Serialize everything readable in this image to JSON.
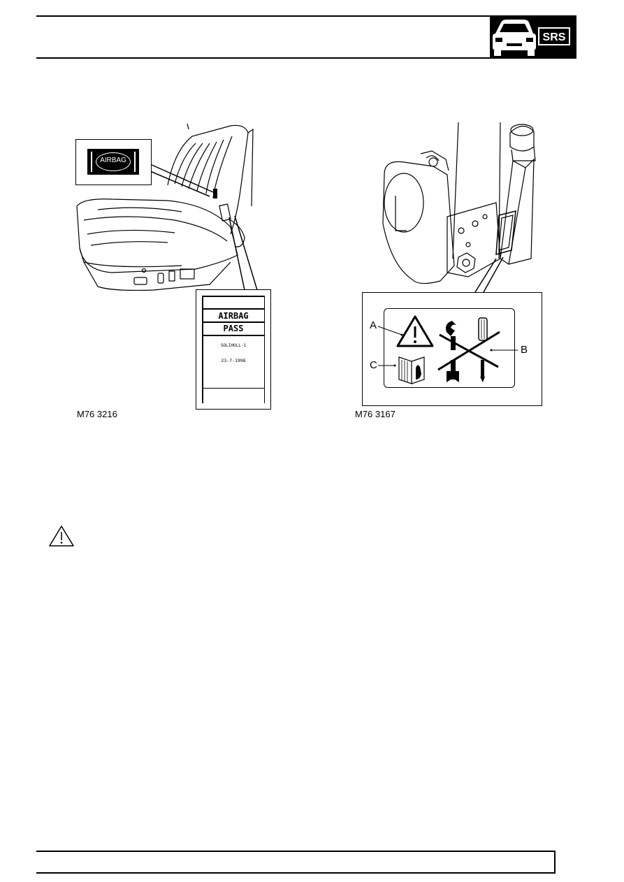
{
  "header": {
    "badge_text": "SRS",
    "badge_icon": "car-front-icon"
  },
  "figure_left": {
    "caption": "M76 3216",
    "seat_badge": "AIRBAG",
    "label_line1": "AIRBAG",
    "label_line2": "PASS",
    "label_line3": "SOLIHULL-1",
    "label_date": "23-7-1998"
  },
  "figure_right": {
    "caption": "M76 3167",
    "callout_a": "A",
    "callout_b": "B",
    "callout_c": "C"
  },
  "warning": {
    "icon": "warning-triangle-icon"
  },
  "colors": {
    "ink": "#000000",
    "paper": "#ffffff"
  }
}
